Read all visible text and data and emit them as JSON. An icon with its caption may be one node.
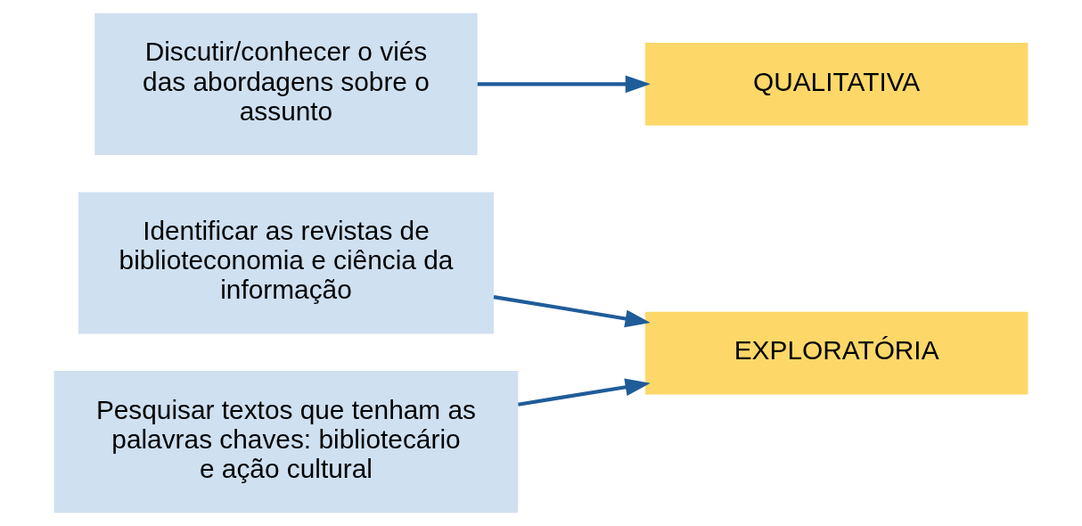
{
  "diagram": {
    "nodes": [
      {
        "text": [
          "Identificar as revistas de biblioteconomia e ciência da informação"
        ]
      },
      {
        "text": [
          "Pesquisar textos que tenham as palavras chaves: bibliotecário e ação cultural"
        ]
      },
      {
        "text": [
          "Discutir/conhecer o viés das abordagens sobre o assunto"
        ]
      },
      {
        "text": [
          "EXPLORATÓRIA"
        ]
      },
      {
        "text": [
          "QUALITATIVA"
        ]
      }
    ],
    "edges": [
      {
        "from": 0,
        "to": 3,
        "arrow": "to"
      },
      {
        "from": 1,
        "to": 3,
        "arrow": "to"
      },
      {
        "from": 2,
        "to": 4,
        "arrow": "to"
      }
    ]
  }
}
